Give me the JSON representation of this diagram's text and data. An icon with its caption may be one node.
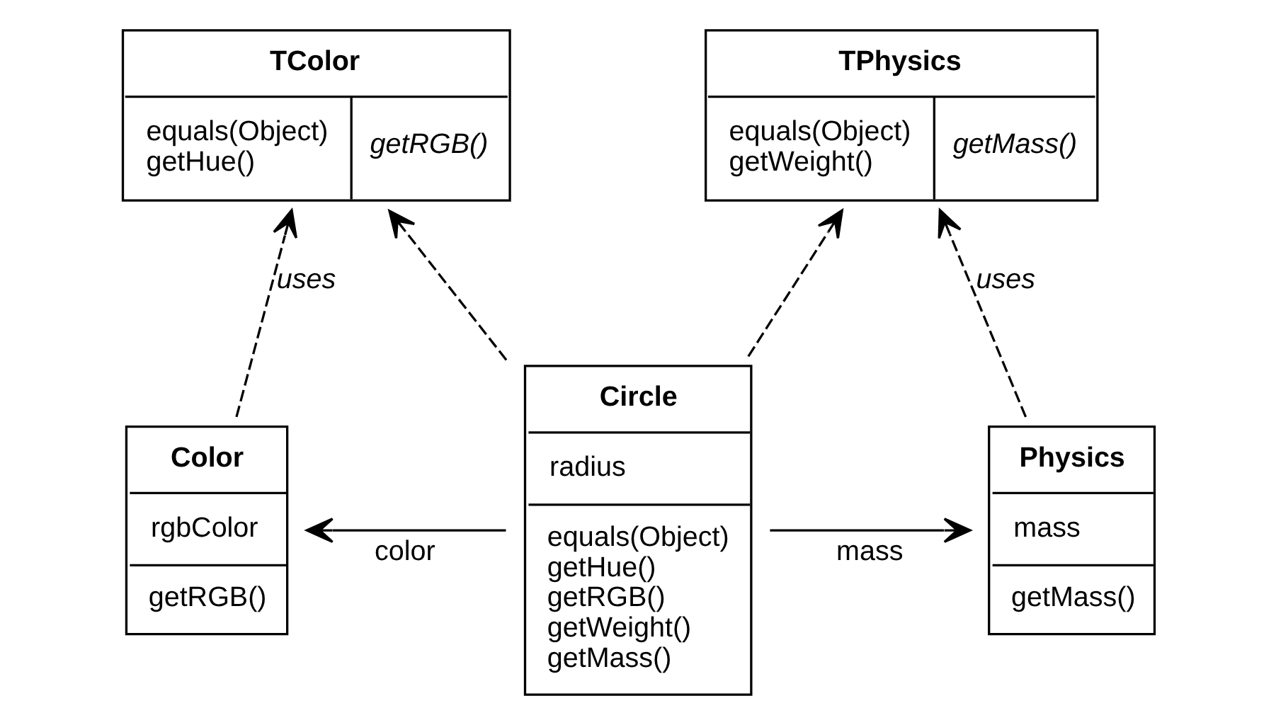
{
  "diagram": {
    "nodes": [
      {
        "text": [
          "TColor",
          "equals(Object)",
          "getHue()",
          "getRGB()"
        ]
      },
      {
        "text": [
          "TPhysics",
          "equals(Object)",
          "getWeight()",
          "getMass()"
        ]
      },
      {
        "text": [
          "Color",
          "rgbColor",
          "getRGB()"
        ]
      },
      {
        "text": [
          "Circle",
          "radius",
          "equals(Object)",
          "getHue()",
          "getRGB()",
          "getWeight()",
          "getMass()"
        ]
      },
      {
        "text": [
          "Physics",
          "mass",
          "getMass()"
        ]
      }
    ],
    "edges": [
      {
        "from": 2,
        "to": 0,
        "arrow": "to",
        "style": "dashed",
        "label": "uses"
      },
      {
        "from": 3,
        "to": 0,
        "arrow": "to",
        "style": "dashed"
      },
      {
        "from": 3,
        "to": 1,
        "arrow": "to",
        "style": "dashed"
      },
      {
        "from": 4,
        "to": 1,
        "arrow": "to",
        "style": "dashed",
        "label": "uses"
      },
      {
        "from": 3,
        "to": 2,
        "arrow": "to",
        "label": "color"
      },
      {
        "from": 3,
        "to": 4,
        "arrow": "to",
        "label": "mass"
      }
    ]
  }
}
